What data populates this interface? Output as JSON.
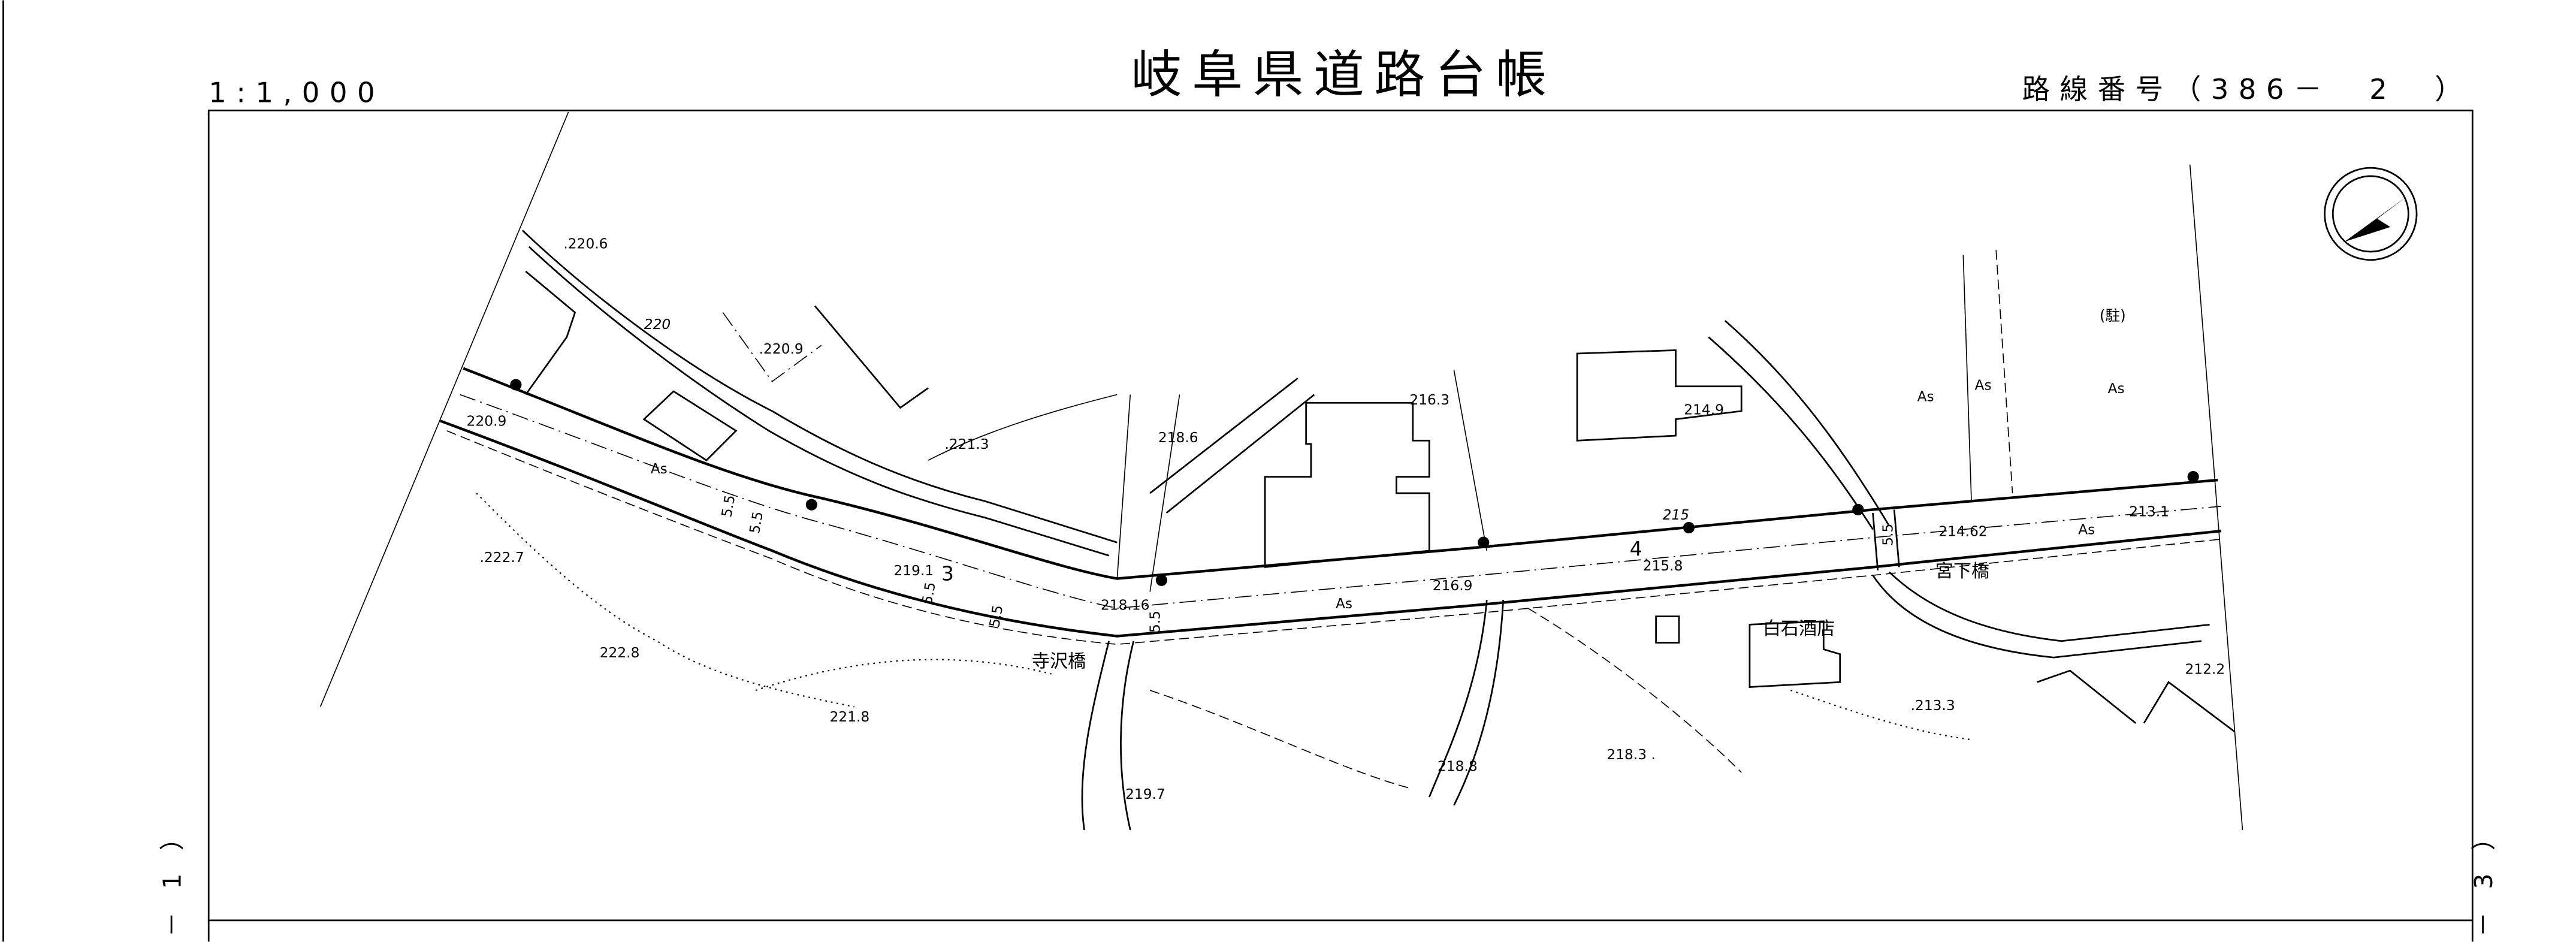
{
  "header": {
    "title": "岐阜県道路台帳",
    "scale": "1:1,000",
    "route_number_label": "路線番号（386－　2　）"
  },
  "side_labels": {
    "left": "－1）",
    "right": "－3）"
  },
  "map": {
    "elevations": {
      "e1": ".220.6",
      "e2": ".220.9",
      "e3": "220.9",
      "e4": "220",
      "e5": ".221.3",
      "e6": "218.6",
      "e7": "216.3",
      "e8": "214.9",
      "e9": "215",
      "e10": "215.8",
      "e11": "214.62",
      "e12": "213.1",
      "e13": "216.9",
      "e14": "218.16",
      "e15": "219.1",
      "e16": ".222.7",
      "e17": "222.8",
      "e18": "221.8",
      "e19": "219.7",
      "e20": "218.8",
      "e21": "218.3 .",
      "e22": ".213.3",
      "e23": "212.2"
    },
    "surface_labels": {
      "as1": "As",
      "as2": "As",
      "as3": "As",
      "as4": "As",
      "as5": "As",
      "as6": "As"
    },
    "section_numbers": {
      "s3": "3",
      "s4": "4"
    },
    "widths": {
      "w1": "5.5",
      "w2": "5.5",
      "w3": "5.5",
      "w4": "5.5",
      "w5": "5.5",
      "w6": "5.5"
    },
    "place_names": {
      "bridge1": "寺沢橋",
      "bridge2": "宮下橋",
      "shop": "白石酒店",
      "parking": "(駐)"
    },
    "north_arrow_icon": "north-arrow-icon"
  }
}
